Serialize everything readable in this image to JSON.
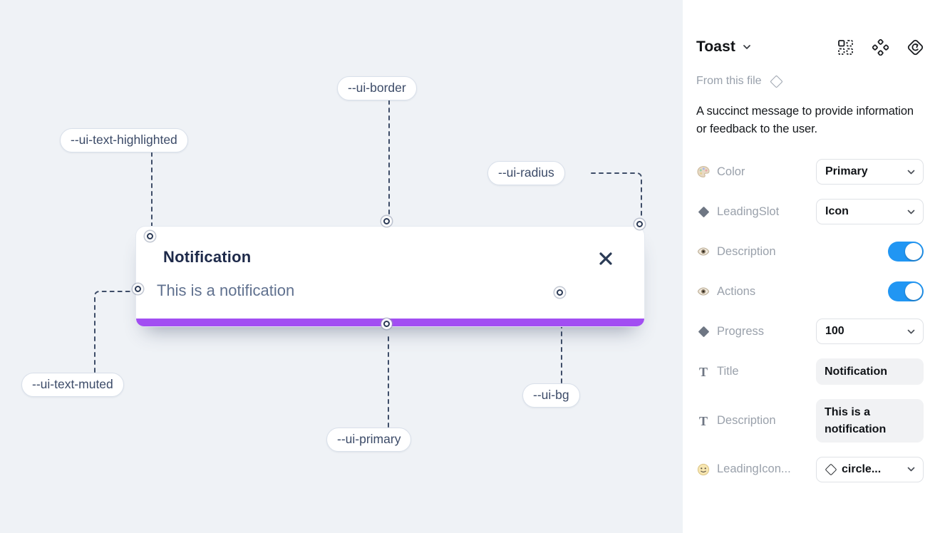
{
  "canvas": {
    "background_color": "#eff2f6",
    "toast": {
      "title": "Notification",
      "description": "This is a notification",
      "progress_color": "#a24ef2"
    },
    "annotations": [
      {
        "label": "--ui-border"
      },
      {
        "label": "--ui-text-highlighted"
      },
      {
        "label": "--ui-radius"
      },
      {
        "label": "--ui-text-muted"
      },
      {
        "label": "--ui-primary"
      },
      {
        "label": "--ui-bg"
      }
    ]
  },
  "panel": {
    "title": "Toast",
    "source_label": "From this file",
    "description": "A succinct message to provide information or feedback to the user.",
    "header_icons": [
      "variants-icon",
      "component-icon",
      "swap-instance-icon"
    ],
    "toggle_color": "#2196f3",
    "properties": [
      {
        "icon": "palette-icon",
        "label": "Color",
        "control": "select",
        "value": "Primary"
      },
      {
        "icon": "diamond-icon",
        "label": "LeadingSlot",
        "control": "select",
        "value": "Icon"
      },
      {
        "icon": "eye-icon",
        "label": "Description",
        "control": "toggle",
        "value": "on"
      },
      {
        "icon": "eye-icon",
        "label": "Actions",
        "control": "toggle",
        "value": "on"
      },
      {
        "icon": "diamond-icon",
        "label": "Progress",
        "control": "select",
        "value": "100"
      },
      {
        "icon": "text-icon",
        "label": "Title",
        "control": "text",
        "value": "Notification"
      },
      {
        "icon": "text-icon",
        "label": "Description",
        "control": "text",
        "value": "This is a notification"
      },
      {
        "icon": "smiley-icon",
        "label": "LeadingIcon...",
        "control": "select-with-icon",
        "value": "circle..."
      }
    ]
  }
}
